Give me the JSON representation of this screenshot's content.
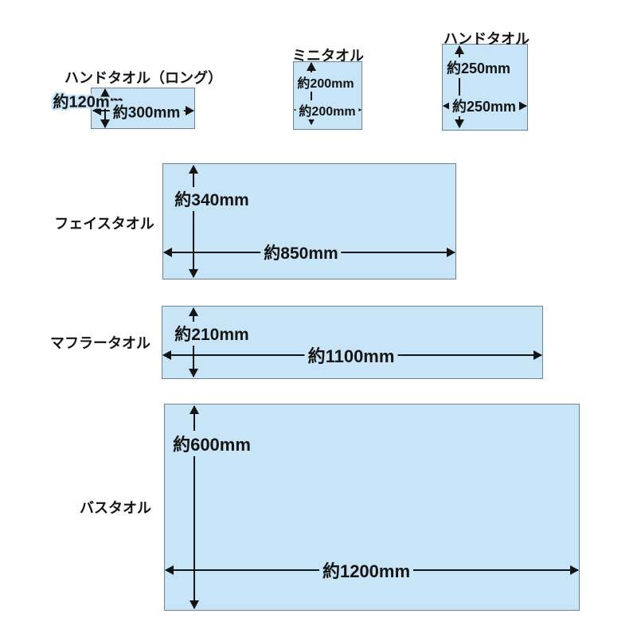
{
  "diagram": {
    "description_colors": {
      "box_fill": "#c8e5f7",
      "box_border": "#71828e",
      "arrow_color": "#141414",
      "text_color": "#141414",
      "background": "#ffffff"
    },
    "towels": [
      {
        "name": "ハンドタオル（ロング）",
        "height": "約120mm",
        "width": "約300mm"
      },
      {
        "name": "ミニタオル",
        "height": "約200mm",
        "width": "約200mm"
      },
      {
        "name": "ハンドタオル",
        "height": "約250mm",
        "width": "約250mm"
      },
      {
        "name": "フェイスタオル",
        "height": "約340mm",
        "width": "約850mm"
      },
      {
        "name": "マフラータオル",
        "height": "約210mm",
        "width": "約1100mm"
      },
      {
        "name": "バスタオル",
        "height": "約600mm",
        "width": "約1200mm"
      }
    ]
  }
}
